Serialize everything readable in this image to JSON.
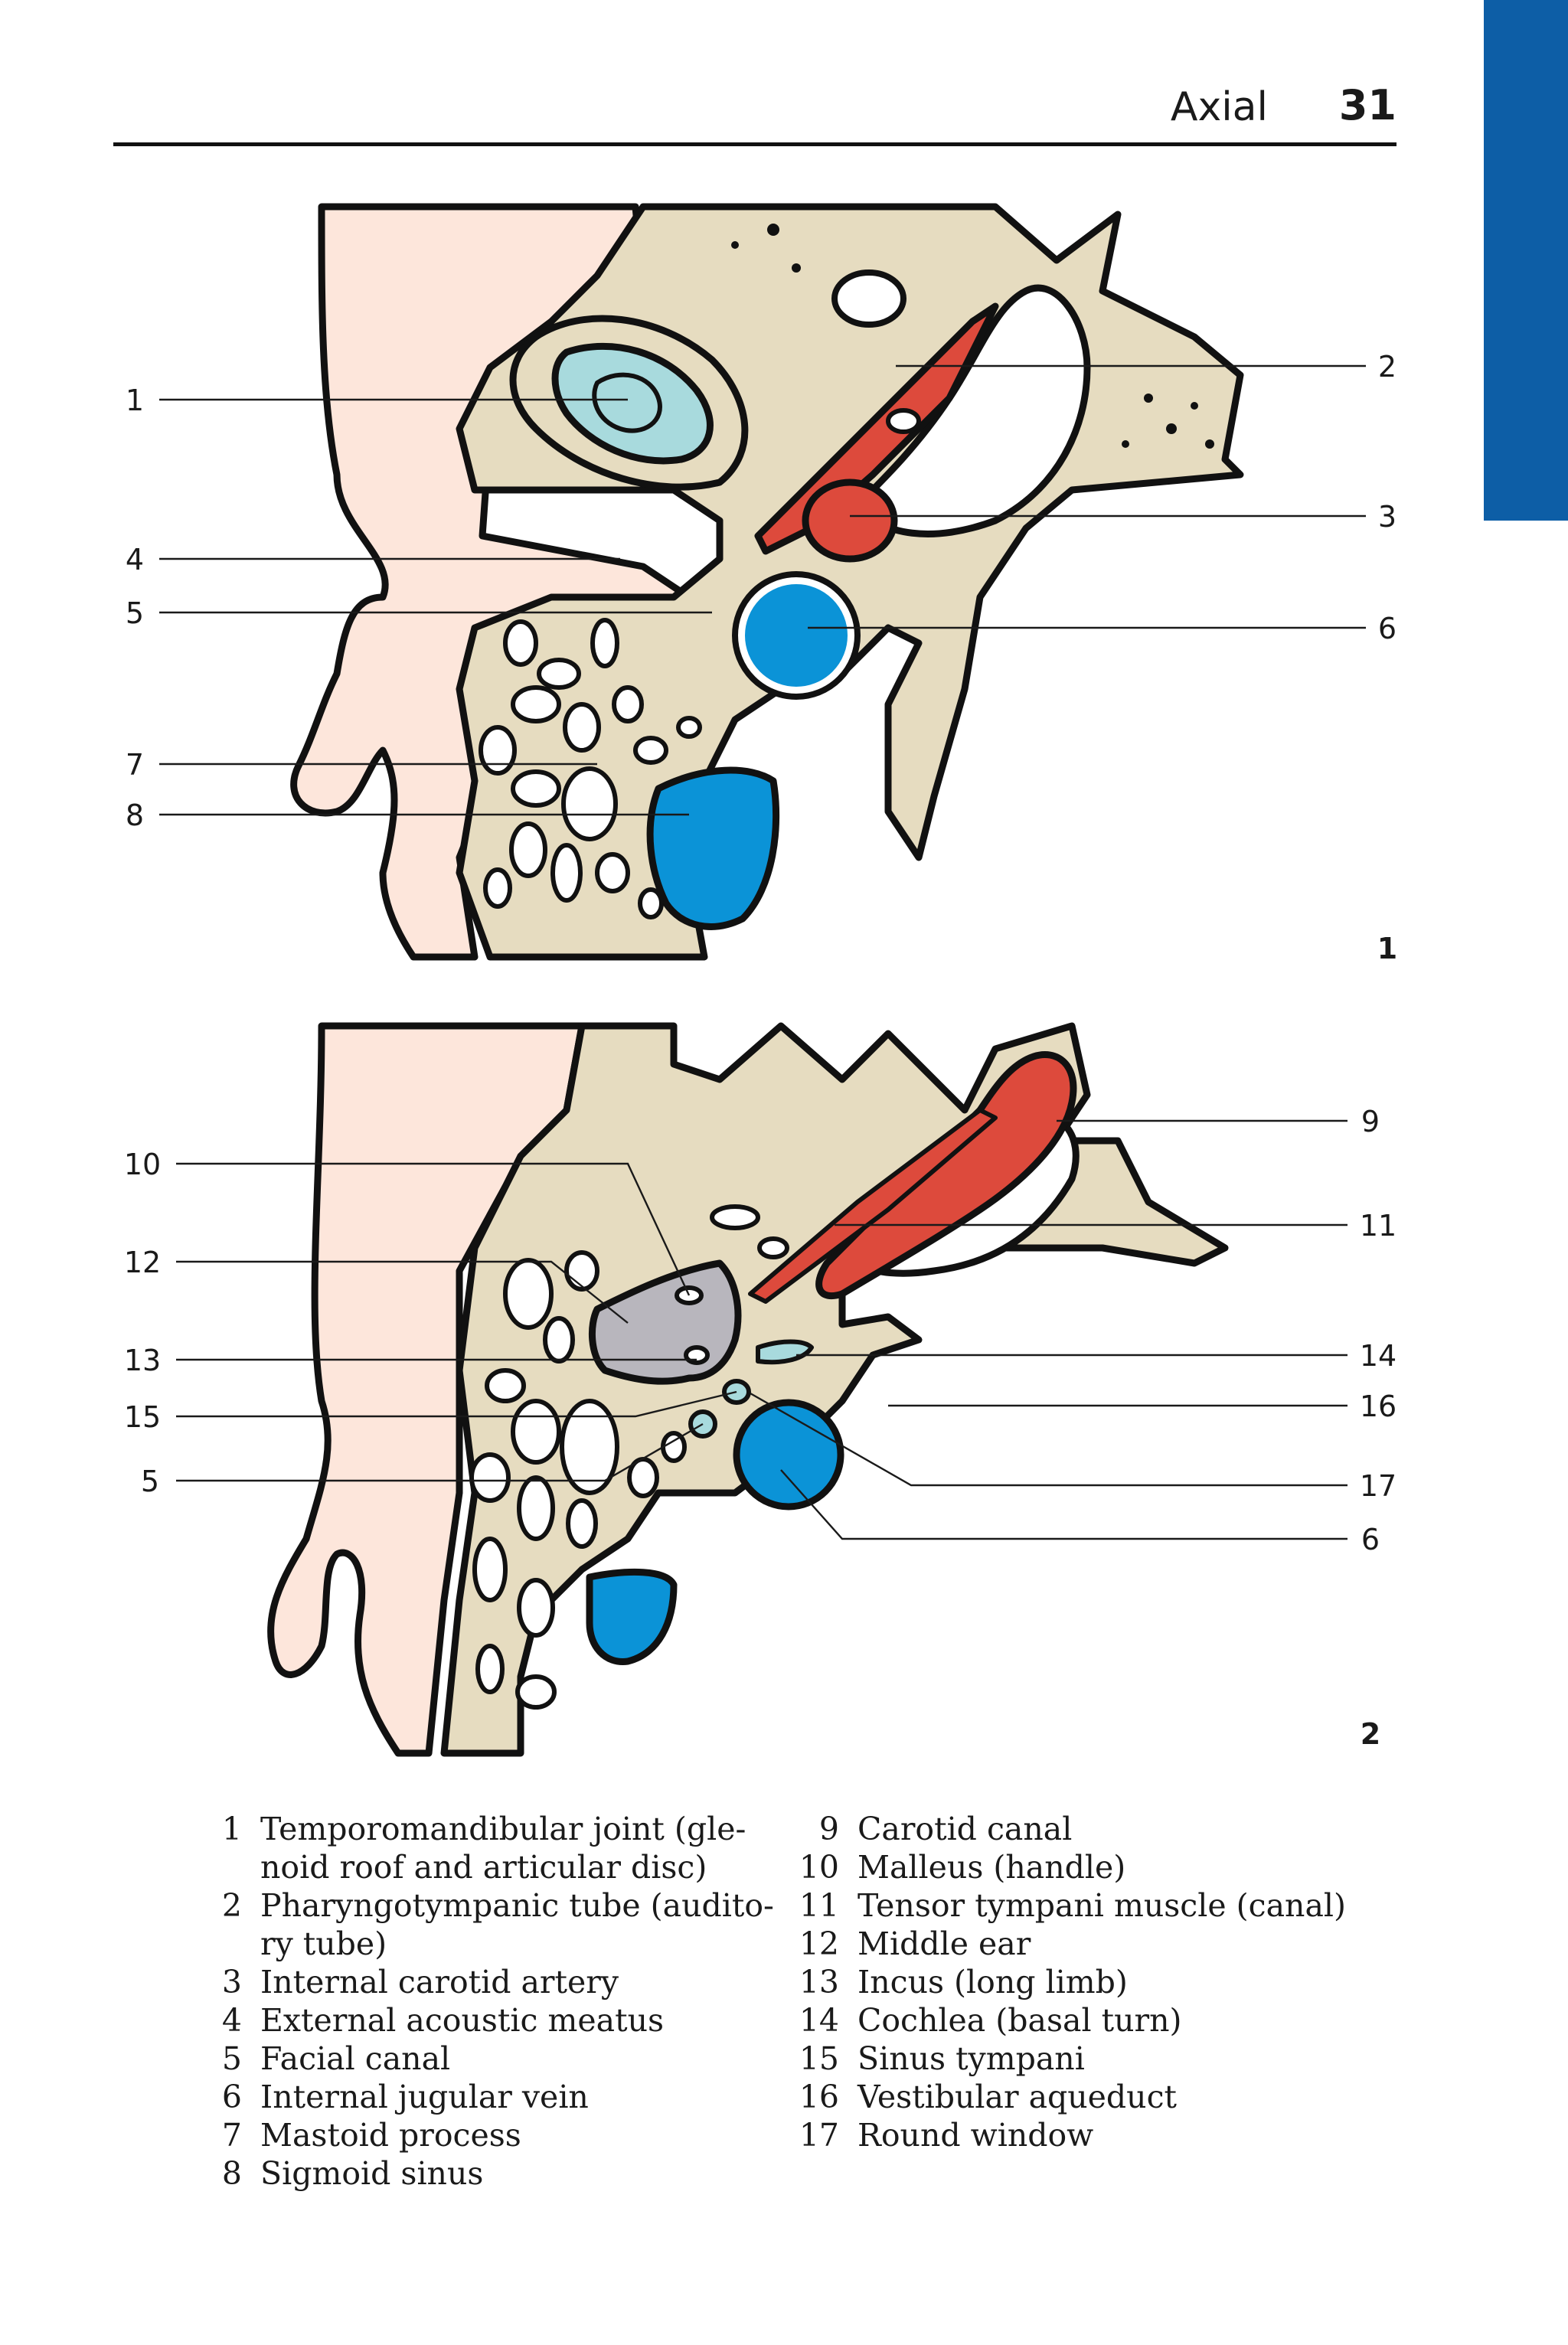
{
  "header": {
    "section": "Axial",
    "page_number": "31"
  },
  "colors": {
    "bone": "#e6dcc0",
    "soft_tissue": "#fde6db",
    "artery": "#dd4a3c",
    "vein": "#0b93d7",
    "cartilage": "#a8dadd",
    "air_space": "#b8b6bd",
    "outline": "#111111",
    "side_tab": "#0d5ea6"
  },
  "figures": [
    {
      "number": "1",
      "left_labels": [
        "1",
        "4",
        "5",
        "7",
        "8"
      ],
      "right_labels": [
        "2",
        "3",
        "6"
      ]
    },
    {
      "number": "2",
      "left_labels": [
        "10",
        "12",
        "13",
        "15",
        "5"
      ],
      "right_labels": [
        "9",
        "11",
        "14",
        "16",
        "17",
        "6"
      ]
    }
  ],
  "legend": {
    "left": [
      {
        "num": "1",
        "lines": [
          "Temporomandibular joint (gle-",
          "noid roof and articular disc)"
        ]
      },
      {
        "num": "2",
        "lines": [
          "Pharyngotympanic tube (audito-",
          "ry tube)"
        ]
      },
      {
        "num": "3",
        "lines": [
          "Internal carotid artery"
        ]
      },
      {
        "num": "4",
        "lines": [
          "External acoustic meatus"
        ]
      },
      {
        "num": "5",
        "lines": [
          "Facial canal"
        ]
      },
      {
        "num": "6",
        "lines": [
          "Internal jugular vein"
        ]
      },
      {
        "num": "7",
        "lines": [
          "Mastoid process"
        ]
      },
      {
        "num": "8",
        "lines": [
          "Sigmoid sinus"
        ]
      }
    ],
    "right": [
      {
        "num": "9",
        "lines": [
          "Carotid canal"
        ]
      },
      {
        "num": "10",
        "lines": [
          "Malleus (handle)"
        ]
      },
      {
        "num": "11",
        "lines": [
          "Tensor tympani muscle (canal)"
        ]
      },
      {
        "num": "12",
        "lines": [
          "Middle ear"
        ]
      },
      {
        "num": "13",
        "lines": [
          "Incus (long limb)"
        ]
      },
      {
        "num": "14",
        "lines": [
          "Cochlea (basal turn)"
        ]
      },
      {
        "num": "15",
        "lines": [
          "Sinus tympani"
        ]
      },
      {
        "num": "16",
        "lines": [
          "Vestibular aqueduct"
        ]
      },
      {
        "num": "17",
        "lines": [
          "Round window"
        ]
      }
    ]
  }
}
